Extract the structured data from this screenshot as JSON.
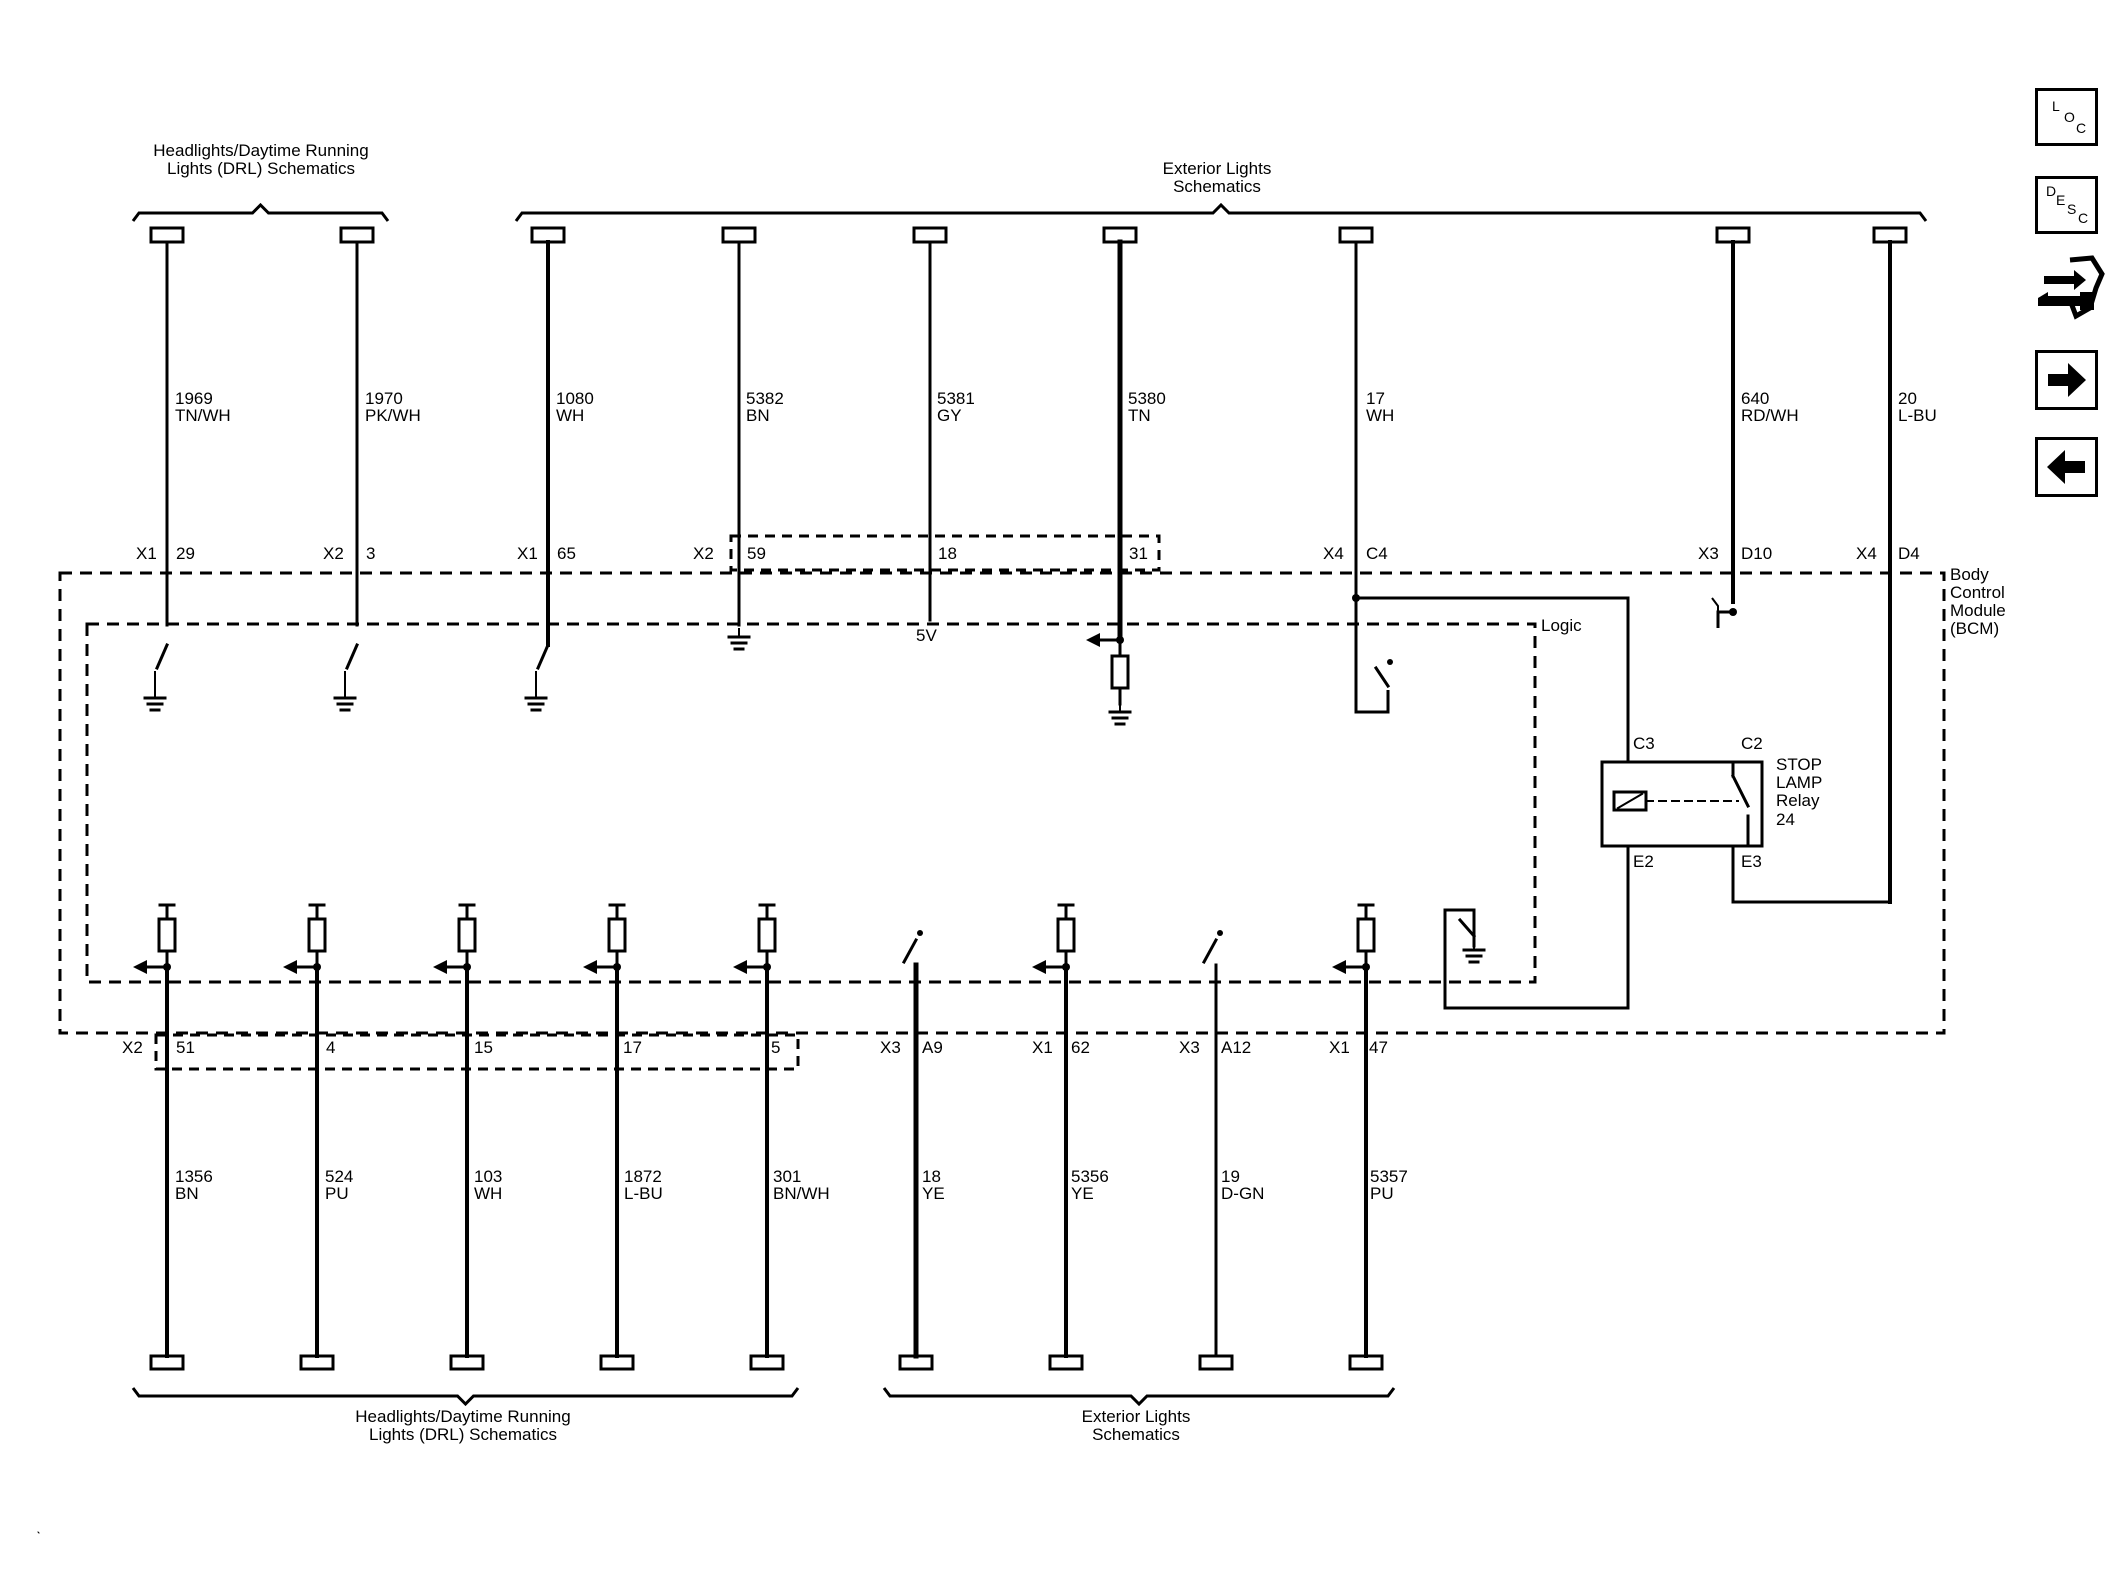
{
  "top_groups": [
    {
      "title": "Headlights/Daytime Running Lights (DRL) Schematics"
    },
    {
      "title": "Exterior Lights Schematics"
    }
  ],
  "bottom_groups": [
    {
      "title": "Headlights/Daytime Running Lights (DRL) Schematics"
    },
    {
      "title": "Exterior Lights Schematics"
    }
  ],
  "top_wires": [
    {
      "circuit": "1969",
      "color": "TN/WH",
      "connector": "X1",
      "pin": "29"
    },
    {
      "circuit": "1970",
      "color": "PK/WH",
      "connector": "X2",
      "pin": "3"
    },
    {
      "circuit": "1080",
      "color": "WH",
      "connector": "X1",
      "pin": "65"
    },
    {
      "circuit": "5382",
      "color": "BN",
      "connector": "X2",
      "pin": "59"
    },
    {
      "circuit": "5381",
      "color": "GY",
      "connector": "",
      "pin": "18"
    },
    {
      "circuit": "5380",
      "color": "TN",
      "connector": "",
      "pin": "31"
    },
    {
      "circuit": "17",
      "color": "WH",
      "connector": "X4",
      "pin": "C4"
    },
    {
      "circuit": "640",
      "color": "RD/WH",
      "connector": "X3",
      "pin": "D10"
    },
    {
      "circuit": "20",
      "color": "L-BU",
      "connector": "X4",
      "pin": "D4"
    }
  ],
  "bottom_wires": [
    {
      "circuit": "1356",
      "color": "BN",
      "connector": "X2",
      "pin": "51"
    },
    {
      "circuit": "524",
      "color": "PU",
      "connector": "",
      "pin": "4"
    },
    {
      "circuit": "103",
      "color": "WH",
      "connector": "",
      "pin": "15"
    },
    {
      "circuit": "1872",
      "color": "L-BU",
      "connector": "",
      "pin": "17"
    },
    {
      "circuit": "301",
      "color": "BN/WH",
      "connector": "",
      "pin": "5"
    },
    {
      "circuit": "18",
      "color": "YE",
      "connector": "X3",
      "pin": "A9"
    },
    {
      "circuit": "5356",
      "color": "YE",
      "connector": "X1",
      "pin": "62"
    },
    {
      "circuit": "19",
      "color": "D-GN",
      "connector": "X3",
      "pin": "A12"
    },
    {
      "circuit": "5357",
      "color": "PU",
      "connector": "X1",
      "pin": "47"
    }
  ],
  "module": {
    "name": "Body Control Module (BCM)",
    "logic_label": "Logic",
    "voltage_label": "5V"
  },
  "relay": {
    "name": "STOP LAMP Relay",
    "number": "24",
    "pins": {
      "c3": "C3",
      "c2": "C2",
      "e2": "E2",
      "e3": "E3"
    }
  },
  "nav": {
    "loc": {
      "l": "L",
      "o": "O",
      "c": "C"
    },
    "desc": {
      "d": "D",
      "e": "E",
      "s": "S",
      "c": "C"
    },
    "connector_icon": "connector-end-view-icon",
    "next_icon": "arrow-right-icon",
    "prev_icon": "arrow-left-icon"
  }
}
